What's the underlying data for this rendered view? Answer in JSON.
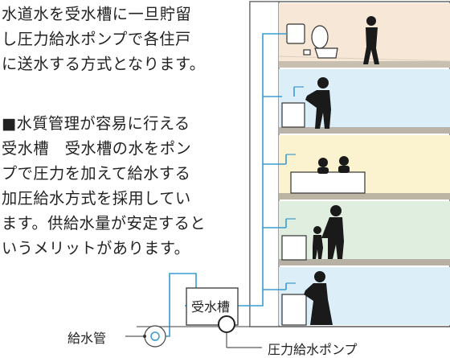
{
  "intro_text": "水道水を受水槽に一旦貯留\nし圧力給水ポンプで各住戸\nに送水する方式となります。",
  "description_text": "■水質管理が容易に行える\n受水槽　受水槽の水をポン\nプで圧力を加えて給水する\n加圧給水方式を採用してい\nます。供給水量が安定すると\nいうメリットがあります。",
  "labels": {
    "tank": "受水槽",
    "supply_pipe": "給水管",
    "pump": "圧力給水ポンプ"
  },
  "colors": {
    "floor_warm": "#f7e7d6",
    "floor_blue": "#dceef8",
    "floor_yellow": "#fbf3d0",
    "pipe": "#3a9bd1",
    "wall": "#666666",
    "slab": "#b8b1a6"
  }
}
